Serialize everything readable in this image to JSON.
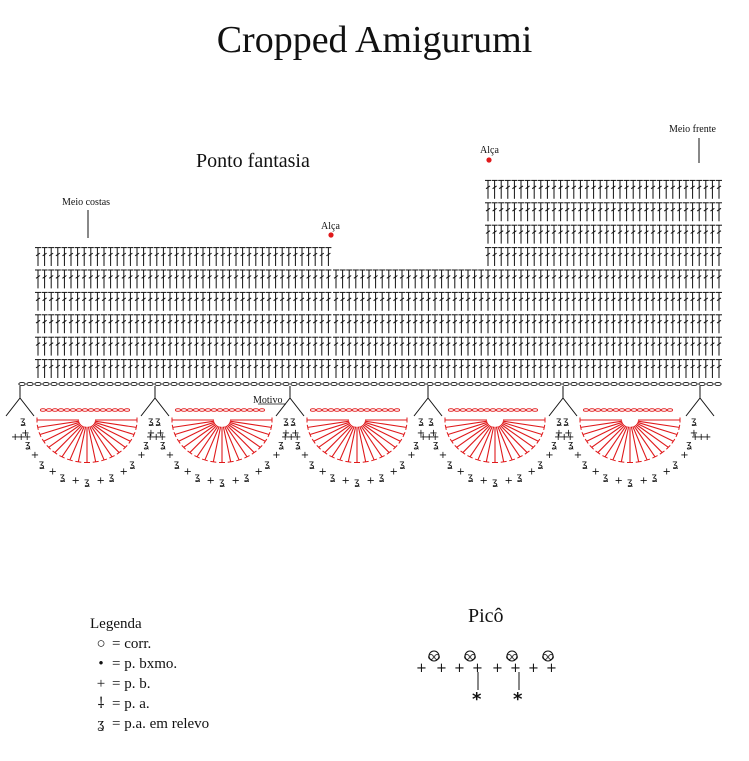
{
  "header": {
    "title": "Cropped Amigurumi"
  },
  "labels": {
    "stitch_name": "Ponto fantasia",
    "back_half": "Meio costas",
    "front_half": "Meio frente",
    "strap_left": "Alça",
    "strap_right": "Alça",
    "motif": "Motivo"
  },
  "legend": {
    "title": "Legenda",
    "items": [
      {
        "icon": "chain-stitch-icon",
        "glyph": "○",
        "text": "= corr."
      },
      {
        "icon": "slip-stitch-icon",
        "glyph": "•",
        "text": "= p. bxmo."
      },
      {
        "icon": "single-crochet-icon",
        "glyph": "+",
        "text": "= p. b."
      },
      {
        "icon": "double-crochet-icon",
        "glyph": "⸸",
        "text": "= p. a."
      },
      {
        "icon": "post-stitch-icon",
        "glyph": "ʓ",
        "text": "= p.a. em relevo"
      }
    ]
  },
  "pico": {
    "title": "Picô"
  },
  "colors": {
    "ink": "#111111",
    "motif": "#e0191b",
    "marker": "#e0191b"
  },
  "chart_data": {
    "type": "table",
    "title": "Cropped Amigurumi",
    "sections": [
      "Meio costas",
      "Meio frente"
    ],
    "motif_count": 5
  }
}
